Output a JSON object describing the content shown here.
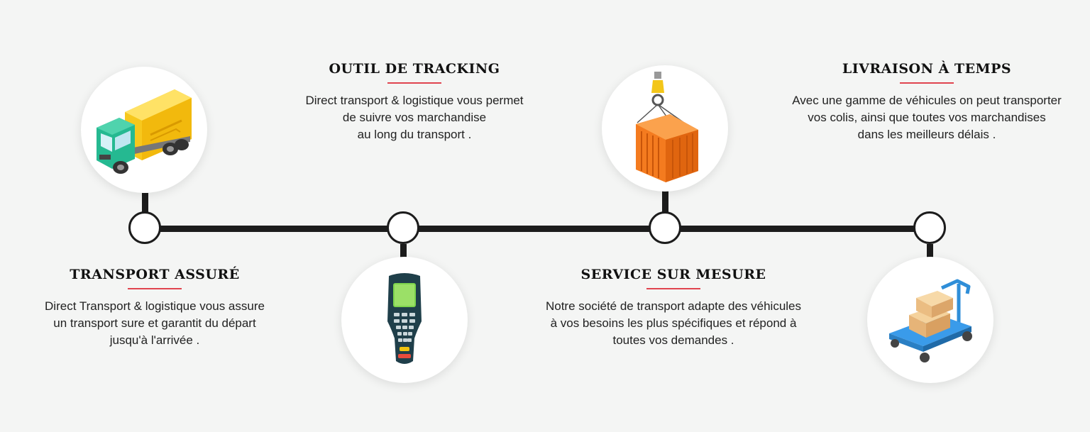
{
  "steps": [
    {
      "title": "TRANSPORT ASSURÉ",
      "lines": [
        "Direct Transport & logistique vous assure",
        "un transport sure et garantit du départ",
        "jusqu'à l'arrivée ."
      ],
      "icon": "truck-icon"
    },
    {
      "title": "OUTIL DE TRACKING",
      "lines": [
        "Direct transport & logistique vous permet",
        "de suivre vos marchandise",
        "au long du transport ."
      ],
      "icon": "handheld-scanner-icon"
    },
    {
      "title": "SERVICE SUR MESURE",
      "lines": [
        "Notre société de transport adapte des véhicules",
        "à vos besoins les plus spécifiques et répond à",
        "toutes vos demandes ."
      ],
      "icon": "container-crane-icon"
    },
    {
      "title": "LIVRAISON À TEMPS",
      "lines": [
        "Avec une gamme de véhicules on peut transporter",
        "vos colis, ainsi que toutes vos marchandises",
        "dans les meilleurs délais ."
      ],
      "icon": "hand-truck-boxes-icon"
    }
  ],
  "colors": {
    "accent_underline": "#e0444f",
    "timeline": "#1c1c1c",
    "background": "#f4f5f4"
  }
}
